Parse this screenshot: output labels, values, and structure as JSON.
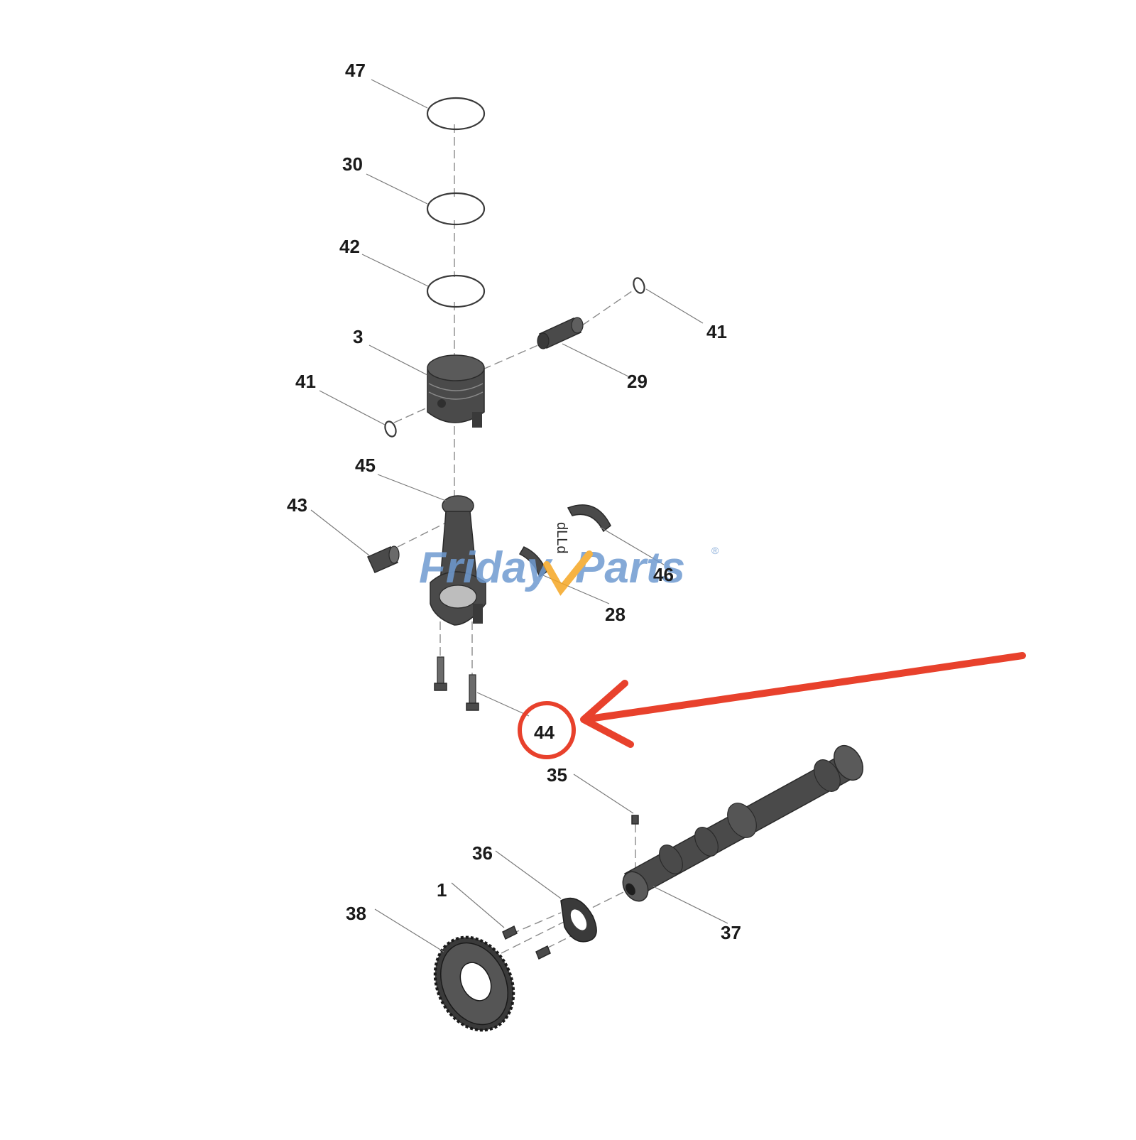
{
  "callouts": {
    "c47": "47",
    "c30": "30",
    "c42": "42",
    "c3": "3",
    "c41a": "41",
    "c41b": "41",
    "c29": "29",
    "c45": "45",
    "c43": "43",
    "c46": "46",
    "c28": "28",
    "c44": "44",
    "c35": "35",
    "c36": "36",
    "c1": "1",
    "c38": "38",
    "c37": "37"
  },
  "bearing_mark": "dLLd",
  "watermark": {
    "part1": "Friday",
    "part2": "Parts",
    "registered": "®"
  },
  "colors": {
    "highlight": "#e8412c",
    "watermark_blue": "#6f9bd1",
    "watermark_orange": "#f5a623",
    "part_dark": "#4a4a4a"
  },
  "highlighted_part": "44"
}
